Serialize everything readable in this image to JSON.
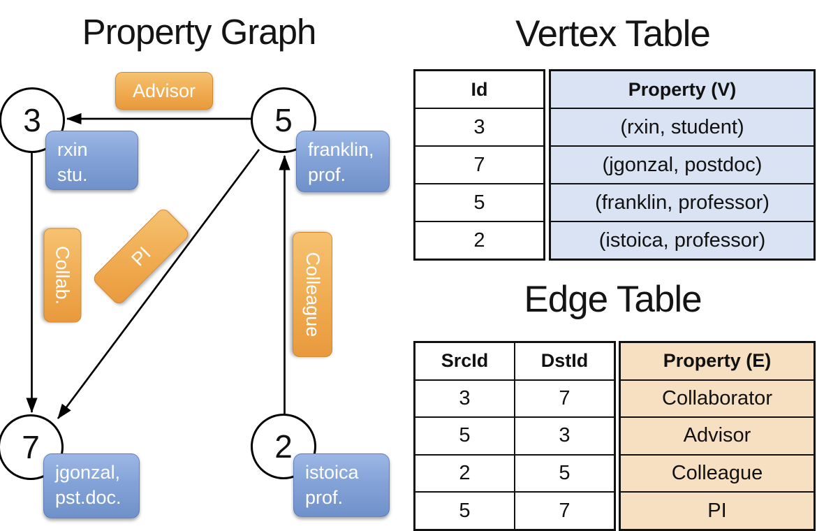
{
  "graph": {
    "title": "Property Graph",
    "nodes": [
      {
        "id": "3"
      },
      {
        "id": "5"
      },
      {
        "id": "7"
      },
      {
        "id": "2"
      }
    ],
    "vertex_boxes": [
      {
        "line1": "rxin",
        "line2": "stu."
      },
      {
        "line1": "franklin,",
        "line2": "prof."
      },
      {
        "line1": "jgonzal,",
        "line2": "pst.doc."
      },
      {
        "line1": "istoica",
        "line2": "prof."
      }
    ],
    "edge_boxes": [
      {
        "label": "Advisor"
      },
      {
        "label": "Collab."
      },
      {
        "label": "PI"
      },
      {
        "label": "Colleague"
      }
    ]
  },
  "vertex_table": {
    "title": "Vertex Table",
    "headers": {
      "id": "Id",
      "property": "Property (V)"
    },
    "rows": [
      {
        "id": "3",
        "property": "(rxin, student)"
      },
      {
        "id": "7",
        "property": "(jgonzal, postdoc)"
      },
      {
        "id": "5",
        "property": "(franklin, professor)"
      },
      {
        "id": "2",
        "property": "(istoica, professor)"
      }
    ]
  },
  "edge_table": {
    "title": "Edge Table",
    "headers": {
      "src": "SrcId",
      "dst": "DstId",
      "property": "Property (E)"
    },
    "rows": [
      {
        "src": "3",
        "dst": "7",
        "property": "Collaborator"
      },
      {
        "src": "5",
        "dst": "3",
        "property": "Advisor"
      },
      {
        "src": "2",
        "dst": "5",
        "property": "Colleague"
      },
      {
        "src": "5",
        "dst": "7",
        "property": "PI"
      }
    ]
  },
  "colors": {
    "vertex_property_fill": "#dae3f3",
    "edge_property_fill": "#f7dfc2",
    "graph_blue_box": "#7f9fd5",
    "graph_orange_box": "#efa94d",
    "line_color": "#000000"
  }
}
